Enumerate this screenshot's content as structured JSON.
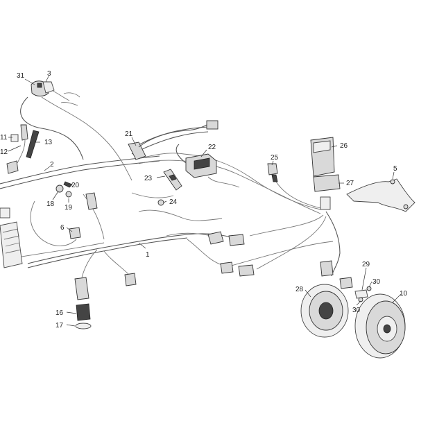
{
  "diagram": {
    "callouts": {
      "c1": "1",
      "c2": "2",
      "c3": "3",
      "c5": "5",
      "c6": "6",
      "c10": "10",
      "c11": "11",
      "c12": "12",
      "c13": "13",
      "c16": "16",
      "c17": "17",
      "c18": "18",
      "c19": "19",
      "c20": "20",
      "c21": "21",
      "c22": "22",
      "c23": "23",
      "c24": "24",
      "c25": "25",
      "c26": "26",
      "c27": "27",
      "c28": "28",
      "c29": "29",
      "c30a": "30",
      "c30b": "30",
      "c31": "31"
    },
    "colors": {
      "line": "#333333",
      "part_fill": "#d9d9d9",
      "background": "#ffffff"
    }
  }
}
